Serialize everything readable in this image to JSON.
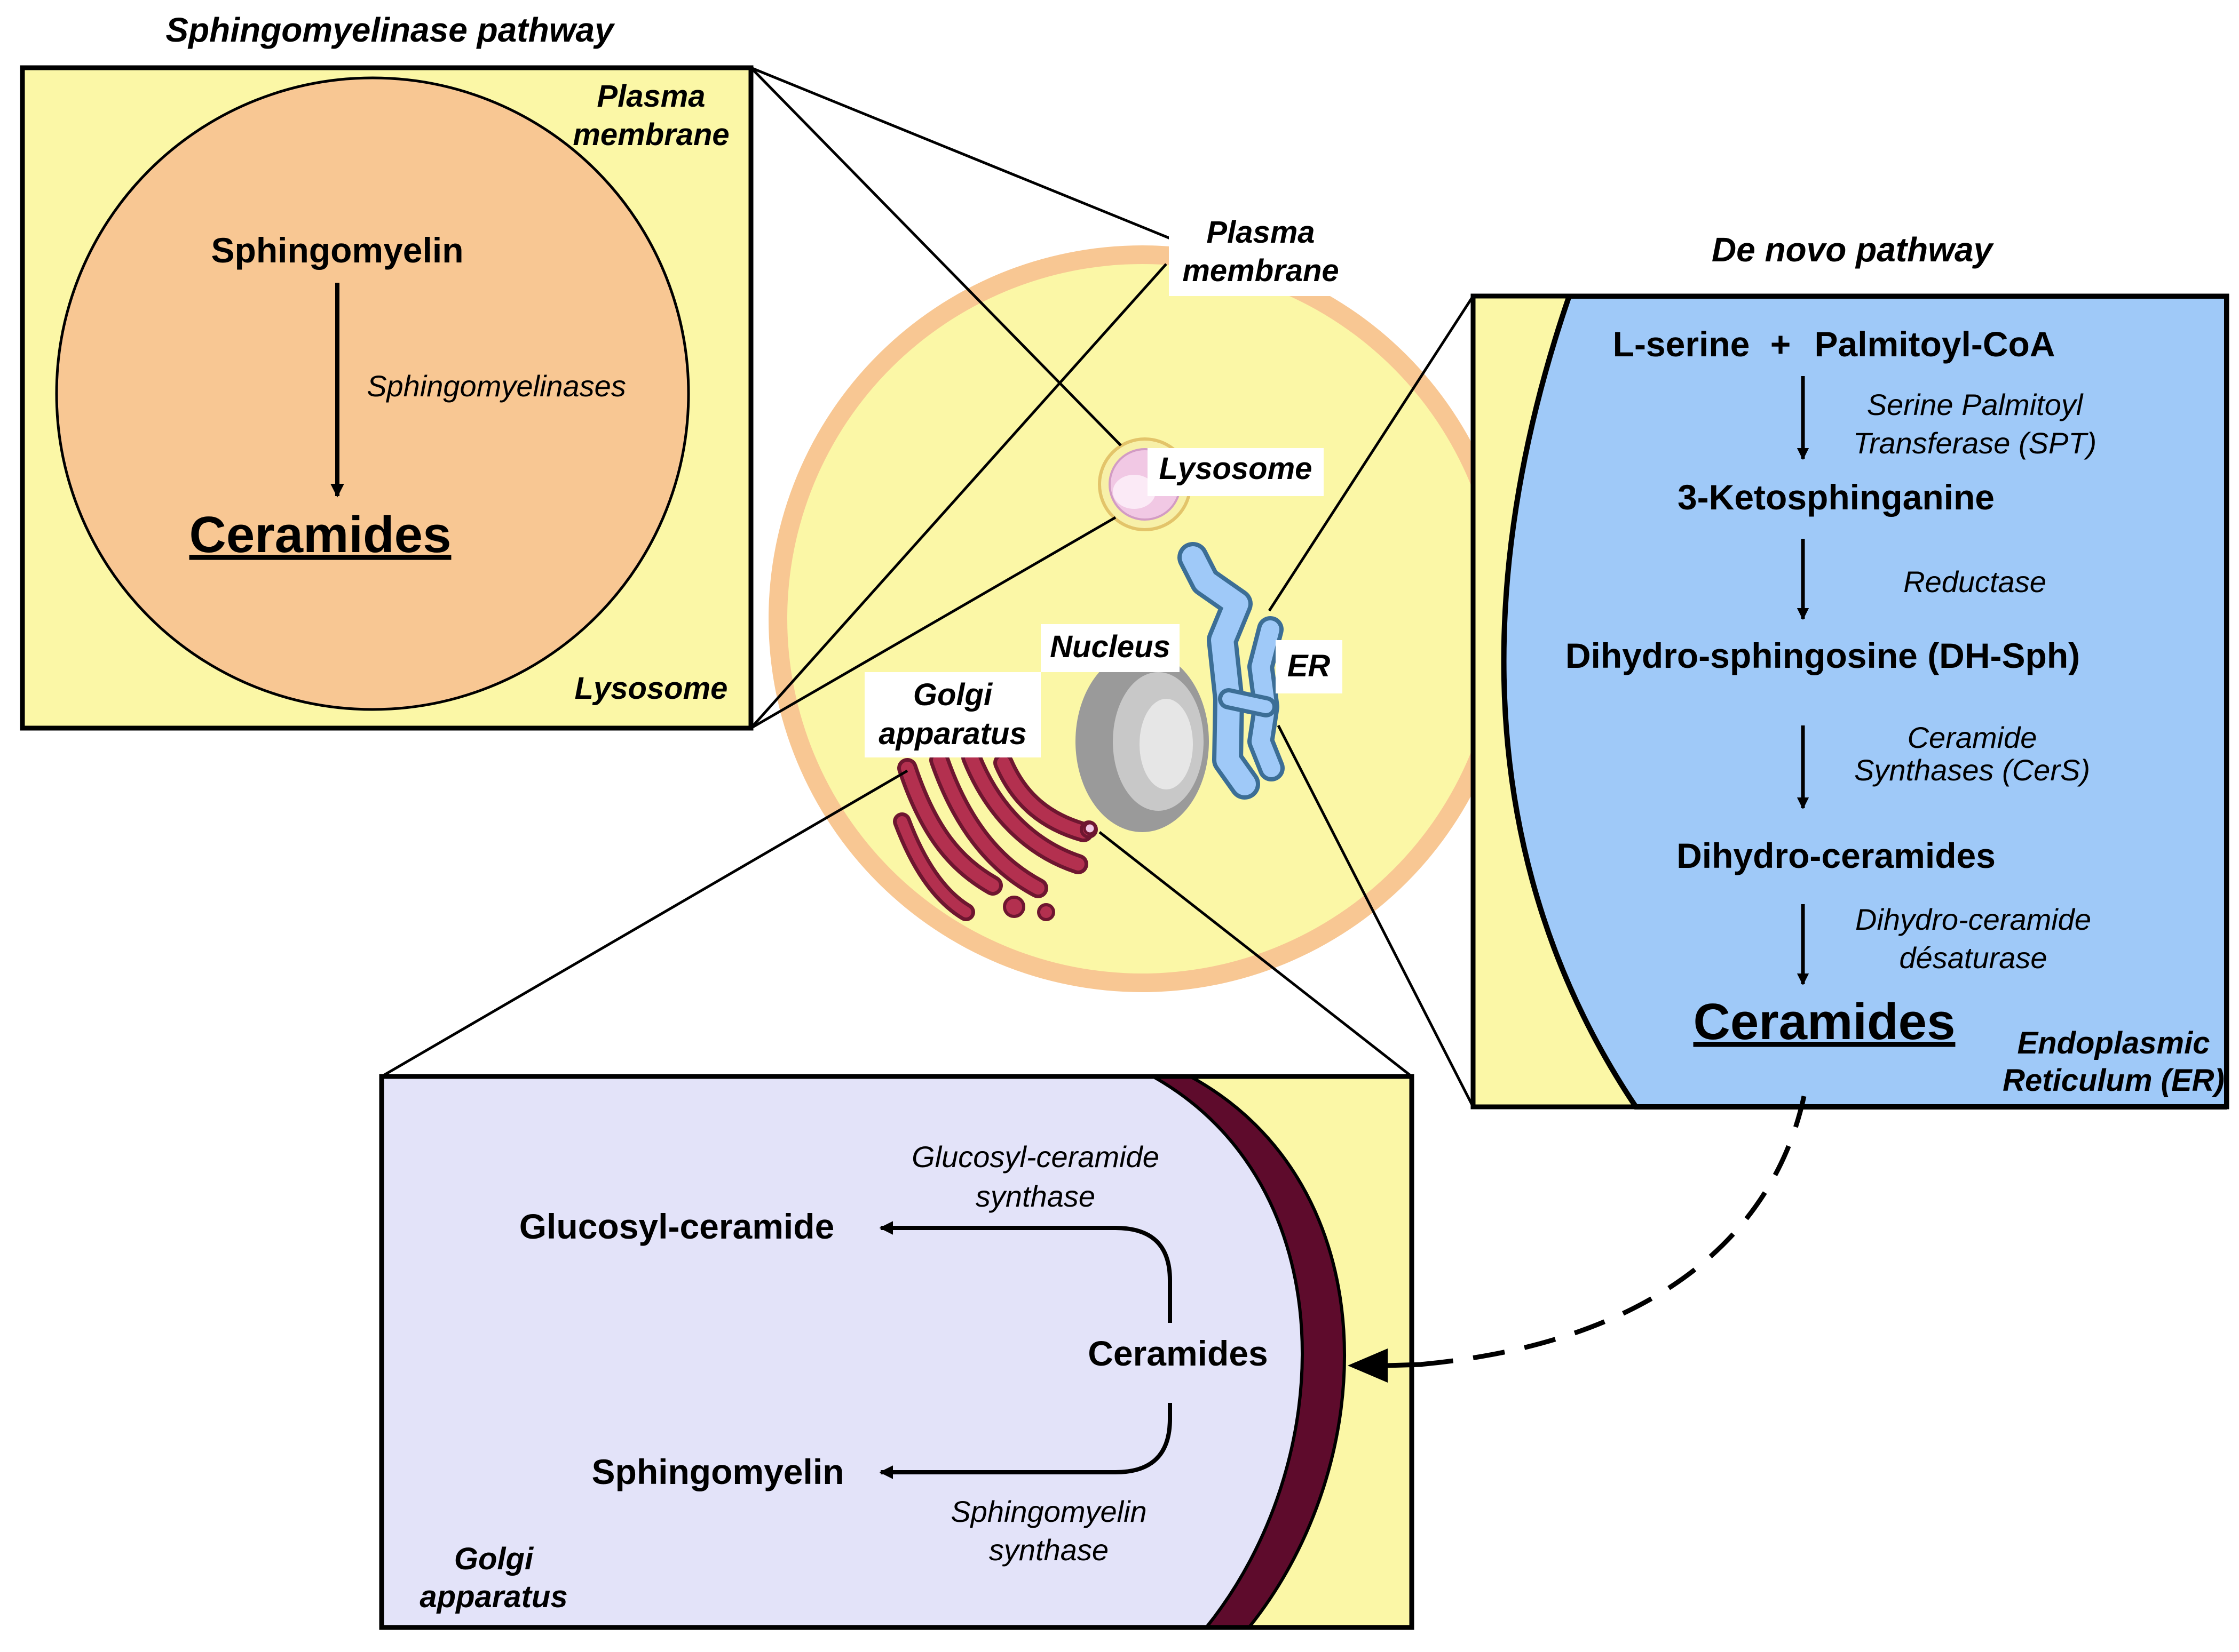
{
  "colors": {
    "cell_yellow": "#FBF7A6",
    "membrane_orange": "#F8C793",
    "er_blue": "#9FC9F8",
    "golgi_lavender": "#E3E3F9",
    "golgi_membrane": "#5E0B2C",
    "lysosome_pink": "#F1C8E4",
    "golgi_red": "#B3304F",
    "nucleus_gray": "#9A9A9A"
  },
  "sphingomyelinase_panel": {
    "title": "Sphingomyelinase pathway",
    "plasma_membrane_label": [
      "Plasma",
      "membrane"
    ],
    "lysosome_label": "Lysosome",
    "substrate": "Sphingomyelin",
    "enzyme": "Sphingomyelinases",
    "product": "Ceramides"
  },
  "cell": {
    "plasma_membrane_label": [
      "Plasma",
      "membrane"
    ],
    "lysosome_label": "Lysosome",
    "nucleus_label": "Nucleus",
    "er_label": "ER",
    "golgi_label": [
      "Golgi",
      "apparatus"
    ]
  },
  "de_novo_panel": {
    "title": "De novo pathway",
    "substrate_a": "L-serine",
    "plus": "+",
    "substrate_b": "Palmitoyl-CoA",
    "steps": [
      {
        "enzyme": [
          "Serine Palmitoyl",
          "Transferase (SPT)"
        ],
        "product": "3-Ketosphinganine"
      },
      {
        "enzyme": [
          "Reductase"
        ],
        "product": "Dihydro-sphingosine (DH-Sph)"
      },
      {
        "enzyme": [
          "Ceramide",
          "Synthases (CerS)"
        ],
        "product": "Dihydro-ceramides"
      },
      {
        "enzyme": [
          "Dihydro-ceramide",
          "désaturase"
        ],
        "product": "Ceramides"
      }
    ],
    "compartment_label": [
      "Endoplasmic",
      "Reticulum (ER)"
    ]
  },
  "golgi_panel": {
    "center": "Ceramides",
    "top_product": "Glucosyl-ceramide",
    "top_enzyme": [
      "Glucosyl-ceramide",
      "synthase"
    ],
    "bottom_product": "Sphingomyelin",
    "bottom_enzyme": [
      "Sphingomyelin",
      "synthase"
    ],
    "compartment_label": [
      "Golgi",
      "apparatus"
    ]
  }
}
